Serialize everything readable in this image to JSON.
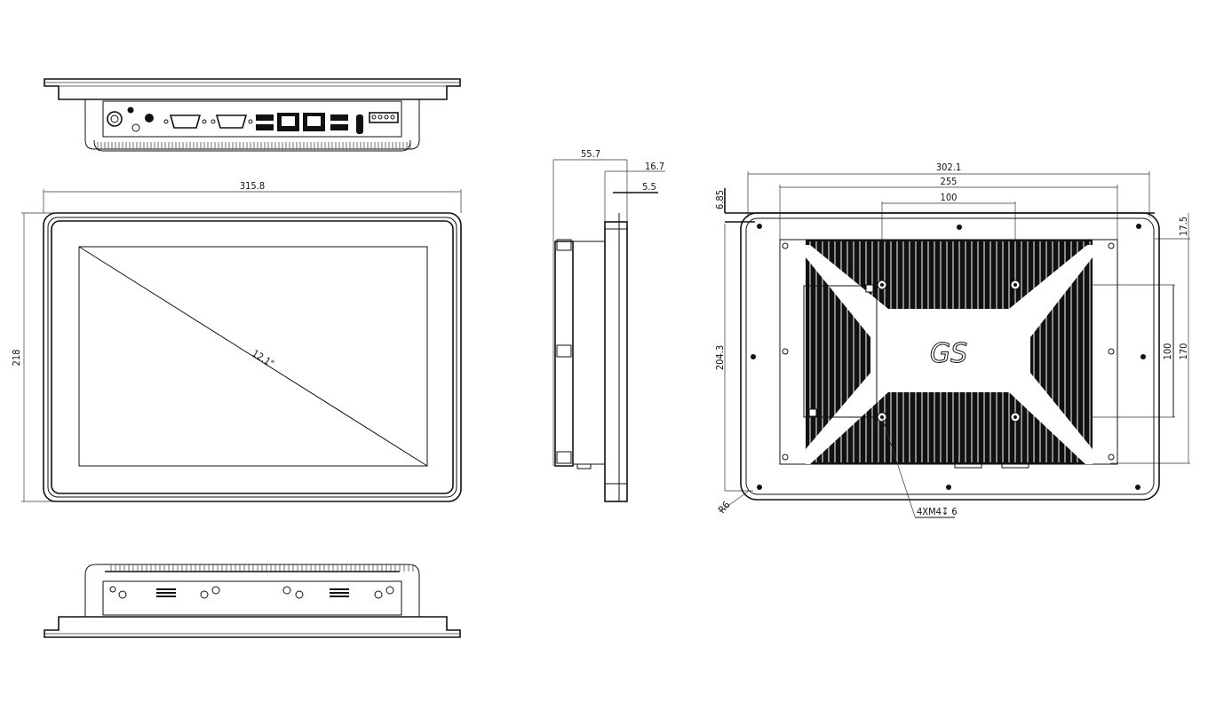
{
  "drawing": {
    "subject": "12.1 inch fanless panel PC mechanical drawing",
    "logo_text": "GS",
    "views": {
      "top_view": {
        "ports": [
          "power-button",
          "led-1",
          "led-2",
          "dc-in",
          "serial-com-1",
          "serial-com-2",
          "usb-pair-1",
          "rj45-lan-1",
          "rj45-lan-2",
          "usb-pair-2",
          "hdmi",
          "terminal-block"
        ]
      },
      "front_view": {
        "width_label": "315.8",
        "height_label": "218",
        "diagonal_label": "12.1\""
      },
      "side_view": {
        "depth_label": "55.7",
        "bezel_label": "16.7",
        "front_thickness_label": "5.5"
      },
      "rear_view": {
        "width_label": "302.1",
        "mount_width_label": "255",
        "vesa_h_label": "100",
        "height_label": "204.3",
        "top_offset_label": "6.85",
        "right_offset_label": "17.5",
        "vesa_v_label": "100",
        "mount_height_label": "170",
        "radius_label": "R6",
        "screw_note": "4XM4↧ 6"
      },
      "bottom_view": {
        "features": [
          "ground-screw",
          "vent-grille-left",
          "vent-grille-right",
          "mount-holes"
        ]
      }
    }
  }
}
